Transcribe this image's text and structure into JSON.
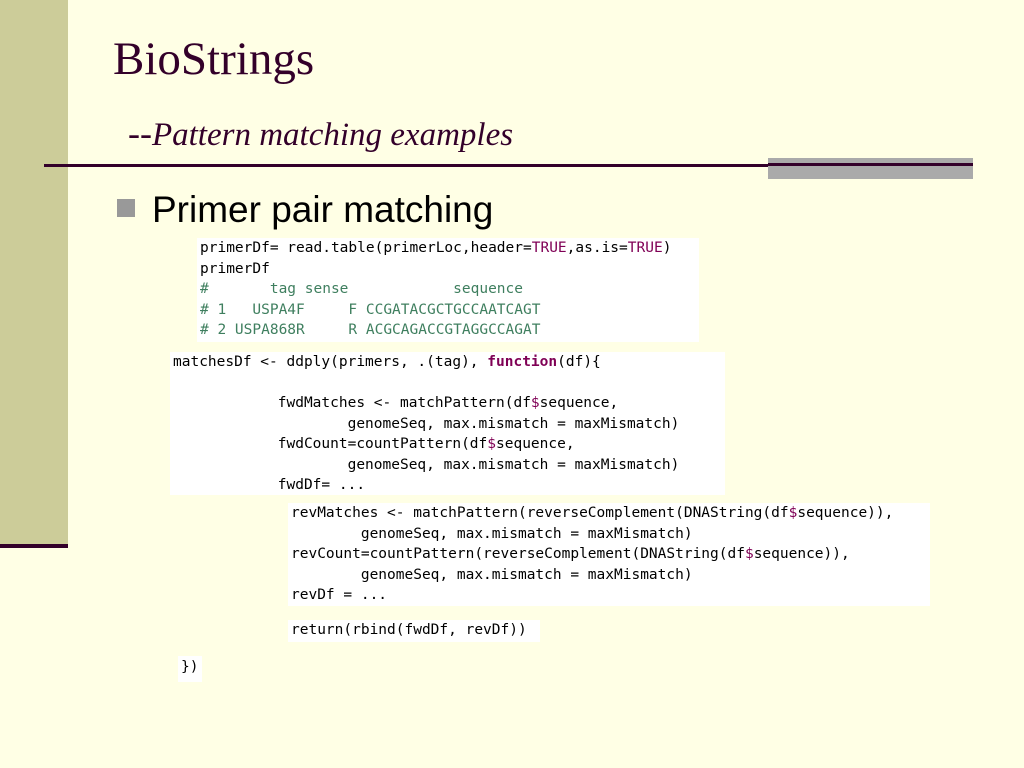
{
  "slide": {
    "title": "BioStrings",
    "subtitle_dash": "--",
    "subtitle_text": "Pattern matching examples",
    "bullet": "Primer pair matching"
  },
  "code": {
    "block1": {
      "l1a": "primerDf= read.table(primerLoc,header=",
      "l1b": "TRUE",
      "l1c": ",as.is=",
      "l1d": "TRUE",
      "l1e": ")",
      "l2": "primerDf",
      "l3": "#       tag sense            sequence",
      "l4": "# 1   USPA4F     F CCGATACGCTGCCAATCAGT",
      "l5": "# 2 USPA868R     R ACGCAGACCGTAGGCCAGAT"
    },
    "block2": {
      "l1a": "matchesDf <- ddply(primers, .(tag), ",
      "l1b": "function",
      "l1c": "(df){",
      "l2": "",
      "l3a": "            fwdMatches <- matchPattern(df",
      "l3b": "$",
      "l3c": "sequence,",
      "l4": "                    genomeSeq, max.mismatch = maxMismatch)",
      "l5a": "            fwdCount=countPattern(df",
      "l5b": "$",
      "l5c": "sequence,",
      "l6": "                    genomeSeq, max.mismatch = maxMismatch)",
      "l7": "            fwdDf= ..."
    },
    "block3": {
      "l1a": "revMatches <- matchPattern(reverseComplement(DNAString(df",
      "l1b": "$",
      "l1c": "sequence)),",
      "l2": "        genomeSeq, max.mismatch = maxMismatch)",
      "l3a": "revCount=countPattern(reverseComplement(DNAString(df",
      "l3b": "$",
      "l3c": "sequence)),",
      "l4": "        genomeSeq, max.mismatch = maxMismatch)",
      "l5": "revDf = ..."
    },
    "block4": {
      "l1": "return(rbind(fwdDf, revDf))"
    },
    "block5": {
      "l1": "})"
    }
  },
  "colors": {
    "background": "#ffffe5",
    "left_band": "#cccc99",
    "title_color": "#33002a",
    "rule": "#33002a",
    "rule_box": "#aaaaaa",
    "bullet_marker": "#999999",
    "code_keyword": "#7f0055",
    "code_comment": "#3f7f5f"
  }
}
